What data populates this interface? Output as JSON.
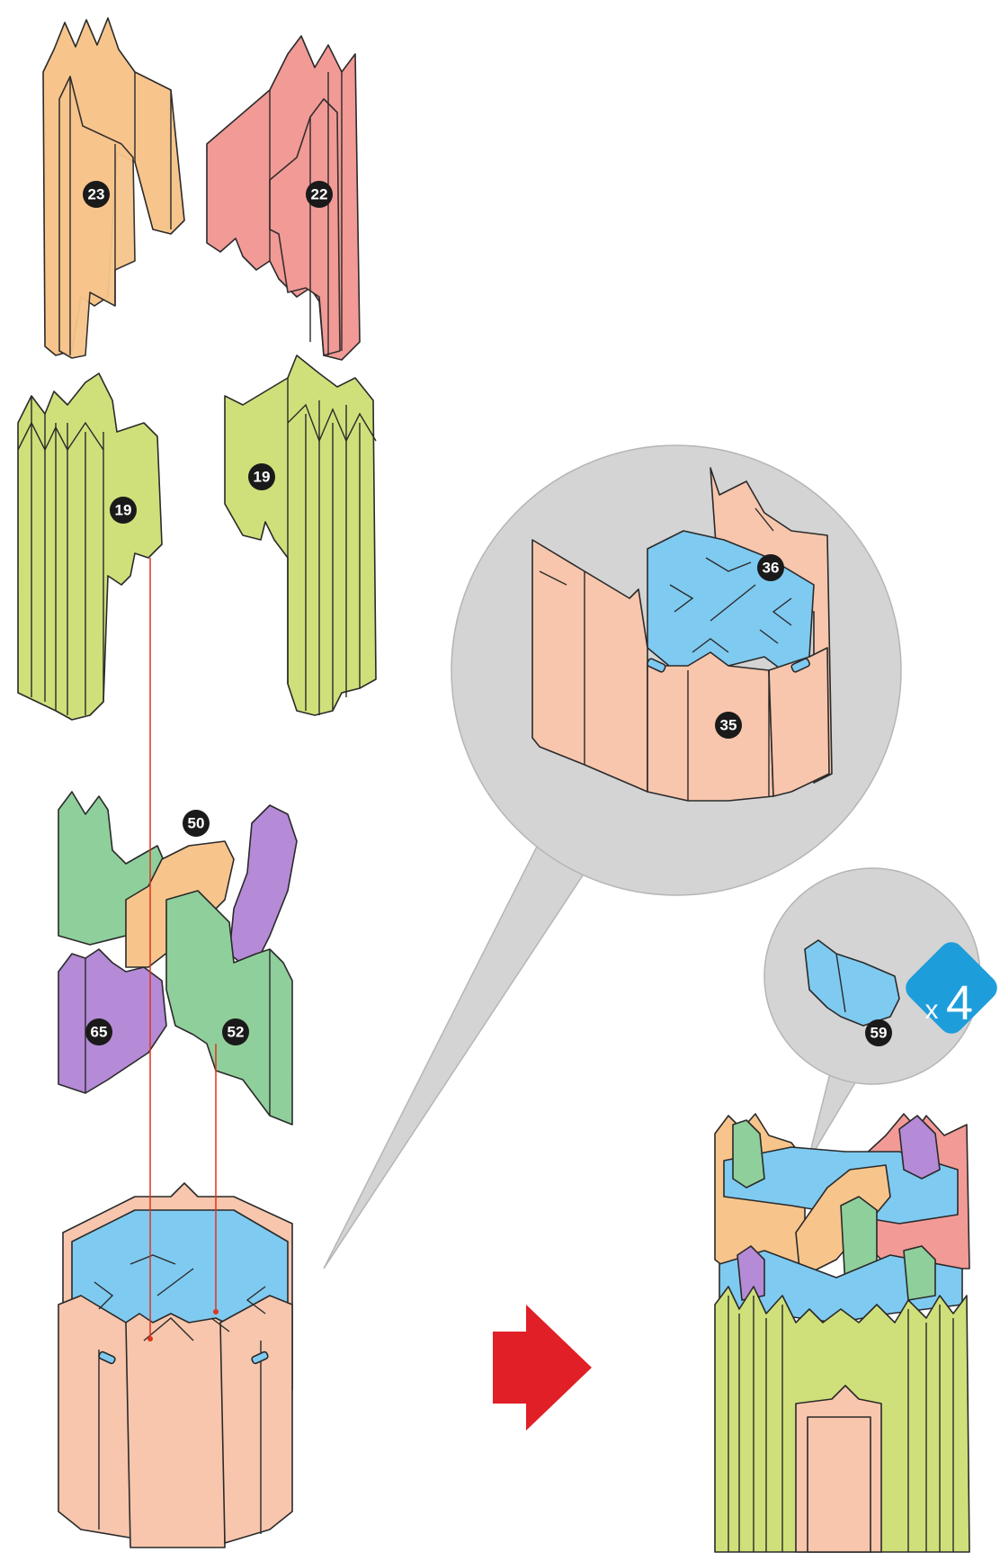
{
  "colors": {
    "orange": "#f7c58c",
    "red": "#f29a96",
    "lime": "#cfe07a",
    "green": "#8fcf9b",
    "purple": "#b58ad6",
    "peach": "#f7c6ad",
    "blue": "#7fcaf0",
    "callout": "#d4d4d4",
    "arrow": "#e01f26",
    "guide": "#e0341c",
    "badge": "#1a1a1a",
    "multiplier": "#1e9ddb"
  },
  "parts": {
    "p23": "23",
    "p22": "22",
    "p19a": "19",
    "p19b": "19",
    "p50": "50",
    "p65": "65",
    "p52": "52",
    "p36": "36",
    "p35": "35",
    "p59": "59"
  },
  "multiplier": {
    "x": "x",
    "count": "4"
  },
  "icons": {
    "direction_arrow": "right-arrow-icon",
    "multiplier_badge": "diamond-badge-icon"
  }
}
